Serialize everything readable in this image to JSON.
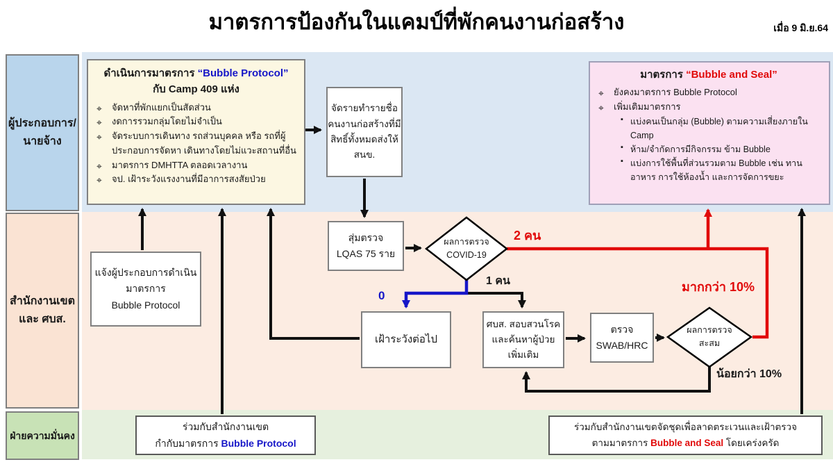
{
  "title": "มาตรการป้องกันในแคมป์ที่พักคนงานก่อสร้าง",
  "date_note": "เมื่อ 9 มิ.ย.64",
  "colors": {
    "lane1_bg": "#dbe7f3",
    "lane1_label_bg": "#b9d5ec",
    "lane2_bg": "#fcece2",
    "lane2_label_bg": "#fae3d3",
    "lane3_bg": "#e6f0de",
    "lane3_label_bg": "#c8e2b6",
    "protocol_box_bg": "#fcf7e2",
    "seal_box_bg": "#fbe1f1",
    "accent_blue": "#1616c8",
    "accent_red": "#e10a0a",
    "arrow_black": "#111111"
  },
  "lanes": [
    {
      "label": "ผู้ประกอบการ/\nนายจ้าง"
    },
    {
      "label": "สำนักงานเขต\nและ ศบส."
    },
    {
      "label": "ฝ่ายความมั่นคง"
    }
  ],
  "protocol_box": {
    "title_prefix": "ดำเนินการมาตรการ ",
    "title_quoted": "“Bubble Protocol”",
    "title_line2": "กับ Camp 409 แห่ง",
    "bullet_icon": "⌖",
    "bullets": [
      "จัดหาที่พักแยกเป็นสัดส่วน",
      "งดการรวมกลุ่มโดยไม่จำเป็น",
      "จัดระบบการเดินทาง รถส่วนบุคคล หรือ รถที่ผู้ประกอบการจัดหา เดินทางโดยไม่แวะสถานที่อื่น",
      "มาตรการ DMHTTA ตลอดเวลางาน",
      "จป. เฝ้าระวังแรงงานที่มีอาการสงสัยป่วย"
    ]
  },
  "roster_box": {
    "text": "จัดรายทำรายชื่อ\nคนงานก่อสร้างที่มี\nสิทธิ์ทั้งหมดส่งให้\nสนข."
  },
  "seal_box": {
    "title_prefix": "มาตรการ ",
    "title_quoted": "“Bubble and Seal”",
    "bullet_icon": "⌖",
    "bullets": [
      "ยังคงมาตรการ Bubble Protocol",
      "เพิ่มเติมมาตรการ"
    ],
    "sub_bullet_icon": "▪",
    "sub_bullets": [
      "แบ่งคนเป็นกลุ่ม (Bubble) ตามความเสี่ยงภายใน Camp",
      "ห้าม/จำกัดการมีกิจกรรม ข้าม Bubble",
      "แบ่งการใช้พื้นที่ส่วนรวมตาม Bubble เช่น ทานอาหาร การใช้ห้องน้ำ และการจัดการขยะ"
    ]
  },
  "notify_box": {
    "text": "แจ้งผู้ประกอบการดำเนิน\nมาตรการ\nBubble Protocol"
  },
  "lqas_box": {
    "text": "สุ่มตรวจ\nLQAS 75 ราย"
  },
  "covid_decision": {
    "text": "ผลการตรวจ\nCOVID-19"
  },
  "monitor_box": {
    "text": "เฝ้าระวังต่อไป"
  },
  "investigate_box": {
    "text": "ศบส. สอบสวนโรค\nและค้นหาผู้ป่วย\nเพิ่มเติม"
  },
  "swab_box": {
    "text": "ตรวจ\nSWAB/HRC"
  },
  "cumulative_decision": {
    "text": "ผลการตรวจ\nสะสม"
  },
  "security_left_box": {
    "line1": "ร่วมกับสำนักงานเขต",
    "line2_prefix": "กำกับมาตรการ ",
    "line2_highlight": "Bubble Protocol"
  },
  "security_right_box": {
    "line1": "ร่วมกับสำนักงานเขตจัดชุดเพื่อลาดตระเวนและเฝ้าตรวจ",
    "line2_prefix": "ตามมาตรการ ",
    "line2_highlight": "Bubble and Seal",
    "line2_suffix": " โดยเคร่งครัด"
  },
  "edge_labels": {
    "two_cases": "2 คน",
    "one_case": "1 คน",
    "zero_case": "0",
    "over_10": "มากกว่า 10%",
    "under_10": "น้อยกว่า 10%"
  }
}
